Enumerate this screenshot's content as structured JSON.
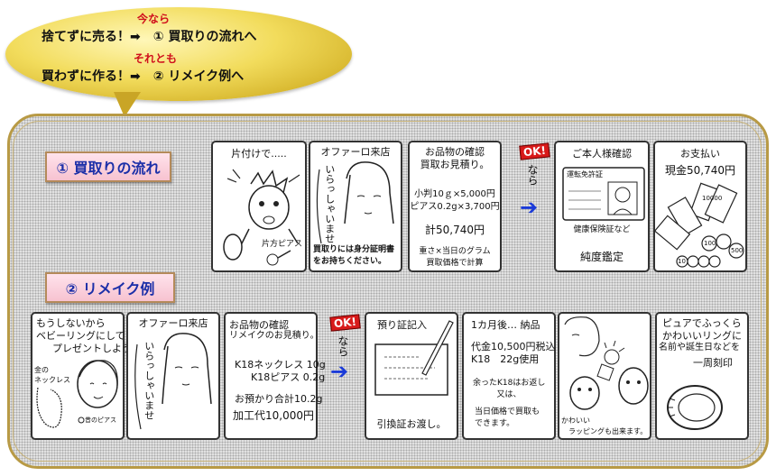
{
  "bubble": {
    "small1": "今なら",
    "line1": "捨てずに売る！➡　① 買取りの流れへ",
    "small2": "それとも",
    "line2": "買わずに作る！➡　② リメイク例へ"
  },
  "section1": {
    "label": "① 買取りの流れ",
    "box1": {
      "title": "片付けで.....",
      "ring": "片方ピアス"
    },
    "box2": {
      "title": "オファーロ来店",
      "vertical": "いらっしゃいませ",
      "note1": "買取りには身分証明書",
      "note2": "をお持ちください。"
    },
    "box3": {
      "title1": "お品物の確認",
      "title2": "買取お見積り。",
      "line1": "小判10ｇ×5,000円",
      "line2": "ピアス0.2g×3,700円",
      "total": "計50,740円",
      "foot1": "重さ×当日のグラム",
      "foot2": "買取価格で計算"
    },
    "ok": "OK!",
    "nara": "なら",
    "arrow": "➔",
    "box4": {
      "title": "ご本人様確認",
      "card": "運転免許証",
      "sub": "健康保険証など",
      "main": "純度鑑定"
    },
    "box5": {
      "title1": "お支払い",
      "title2": "現金50,740円",
      "bill": "10000",
      "coin100": "100",
      "coin500": "500",
      "coin10": "10"
    }
  },
  "section2": {
    "label": "② リメイク例",
    "box1": {
      "line1": "もうしないから",
      "line2": "ベビーリングにして",
      "line3": "プレゼントしよう",
      "left1": "金の",
      "left2": "ネックレス",
      "right": "昔のピアス"
    },
    "box2": {
      "title": "オファーロ来店",
      "vertical": "いらっしゃいませ"
    },
    "box3": {
      "title1": "お品物の確認",
      "title2": "リメイクのお見積り。",
      "line1": "K18ネックレス 10g",
      "line2": "K18ピアス 0.2g",
      "line3": "お預かり合計10.2g",
      "total": "加工代10,000円"
    },
    "ok": "OK!",
    "nara": "なら",
    "arrow": "➔",
    "box4": {
      "title": "預り証記入",
      "foot": "引換証お渡し。"
    },
    "box5": {
      "title": "1カ月後… 納品",
      "line1": "代金10,500円税込",
      "line2": "K18　22g使用",
      "line3": "余ったK18はお返し",
      "line4": "又は、",
      "line5": "当日価格で買取も",
      "line6": "できます。"
    },
    "box6": {
      "cap1": "かわいい",
      "cap2": "ラッピングも出来ます。"
    },
    "box7": {
      "line1": "ピュアでふっくら",
      "line2": "かわいいリングに",
      "line3": "名前や誕生日などを",
      "line4": "一周刻印"
    }
  }
}
